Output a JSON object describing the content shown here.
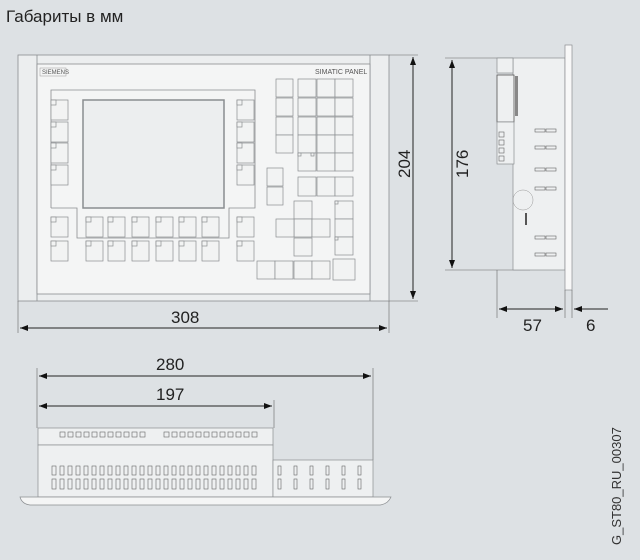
{
  "title": "Габариты в мм",
  "panel": {
    "brand": "SIEMENS",
    "model": "SIMATIC PANEL"
  },
  "dimensions": {
    "front_width": "308",
    "front_height": "204",
    "cutout_height": "176",
    "depth": "57",
    "front_thickness": "6",
    "bottom_width": "280",
    "bottom_body_width": "197"
  },
  "figure_code": "G_ST80_RU_00307"
}
